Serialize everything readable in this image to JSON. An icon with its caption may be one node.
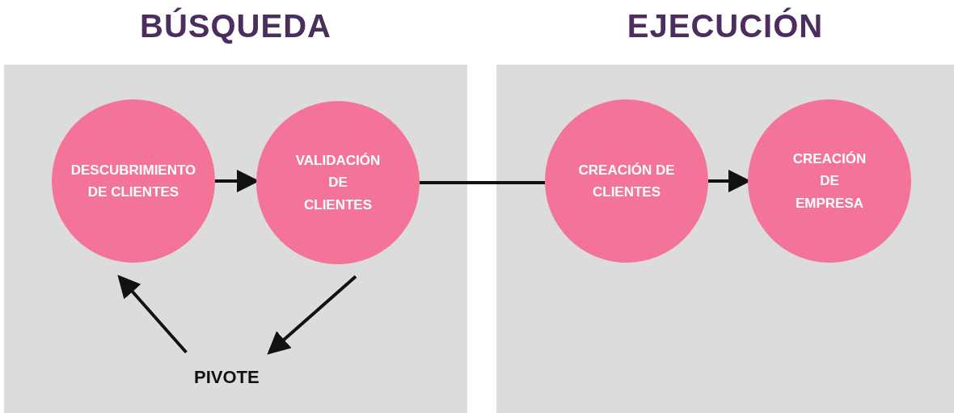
{
  "diagram": {
    "nodes": [
      {
        "text": [
          "BÚSQUEDA"
        ]
      },
      {
        "text": [
          "DESCUBRIMIENTO DE CLIENTES"
        ],
        "in": 0
      },
      {
        "text": [
          "VALIDACIÓN DE CLIENTES"
        ],
        "in": 0
      },
      {
        "text": [
          "PIVOTE"
        ],
        "in": 0
      },
      {
        "text": [
          "EJECUCIÓN"
        ]
      },
      {
        "text": [
          "CREACIÓN DE CLIENTES"
        ],
        "in": 4
      },
      {
        "text": [
          "CREACIÓN DE EMPRESA"
        ],
        "in": 4
      }
    ],
    "edges": [
      {
        "from": 1,
        "to": 2,
        "arrow": "to"
      },
      {
        "from": 2,
        "to": 5,
        "arrow": "none"
      },
      {
        "from": 5,
        "to": 6,
        "arrow": "to"
      },
      {
        "from": 2,
        "to": 3,
        "arrow": "to"
      },
      {
        "from": 3,
        "to": 1,
        "arrow": "to"
      }
    ]
  }
}
